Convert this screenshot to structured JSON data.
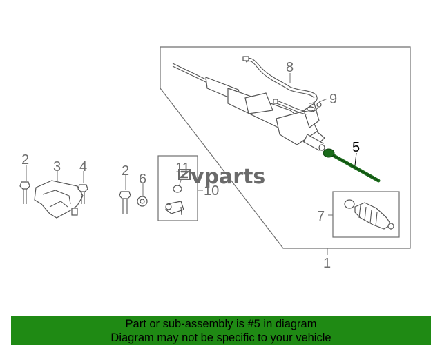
{
  "logo": {
    "text": "vparts"
  },
  "callouts": {
    "c1": "1",
    "c2a": "2",
    "c2b": "2",
    "c3": "3",
    "c4": "4",
    "c5": "5",
    "c6": "6",
    "c7": "7",
    "c8": "8",
    "c9": "9",
    "c10": "10",
    "c11": "11"
  },
  "highlight_color": "#1a6b1a",
  "banner": {
    "line1": "Part or sub-assembly is #5 in diagram",
    "line2": "Diagram may not be specific to your vehicle",
    "background": "#1f8a14"
  }
}
